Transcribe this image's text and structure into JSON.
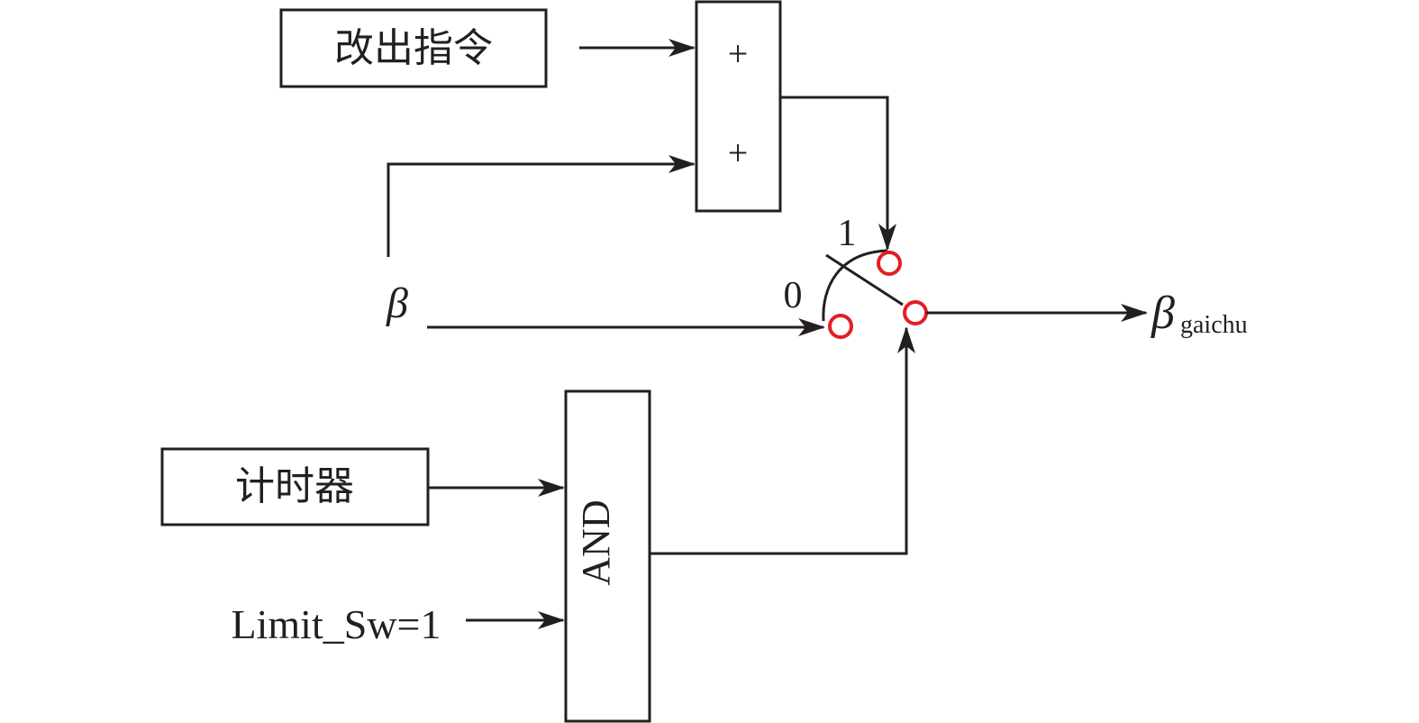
{
  "diagram": {
    "blocks": {
      "command": {
        "label": "改出指令"
      },
      "timer": {
        "label": "计时器"
      },
      "and_gate": {
        "label": "AND"
      },
      "summer": {
        "input_signs": [
          "+",
          "+"
        ]
      }
    },
    "inputs": {
      "beta": {
        "label": "β"
      },
      "limit_switch": {
        "label": "Limit_Sw=1"
      }
    },
    "switch": {
      "position_1_label": "1",
      "position_0_label": "0"
    },
    "output": {
      "symbol": "β",
      "subscript": "gaichu"
    },
    "colors": {
      "line": "#231f20",
      "switch_node": "#e31e24"
    }
  }
}
